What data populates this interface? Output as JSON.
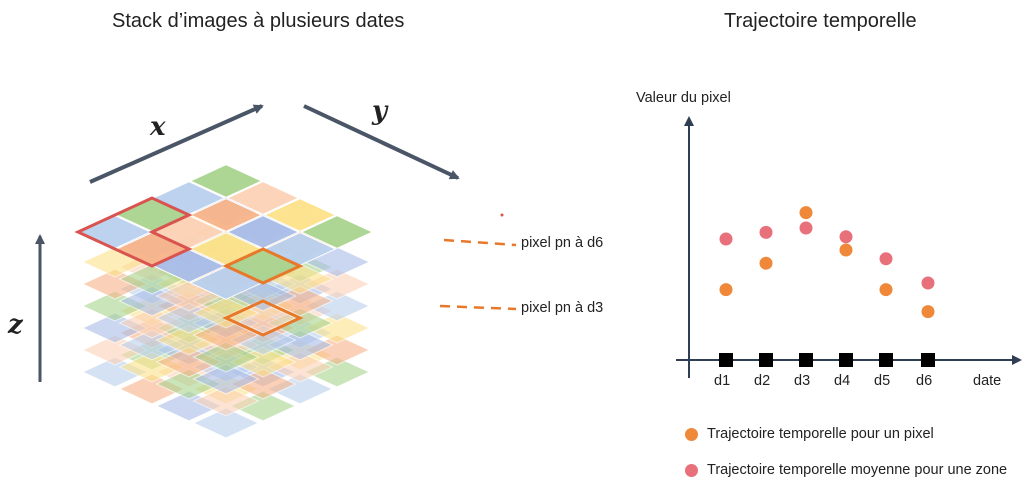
{
  "left_title": "Stack d’images à plusieurs dates",
  "right_title": "Trajectoire temporelle",
  "stack": {
    "axis_x": "x",
    "axis_y": "y",
    "axis_z": "z",
    "callout_d6": "pixel pn à d6",
    "callout_d3": "pixel pn à d3",
    "outline_zone_color": "#d9534f",
    "outline_pixel_color": "#e8782a",
    "palette": [
      "#b9d0ee",
      "#fde28a",
      "#f7b48a",
      "#a9d48f",
      "#a9bde8",
      "#fcd2b6"
    ]
  },
  "chart_data": {
    "type": "scatter",
    "ylabel": "Valeur du pixel",
    "xlabel": "date",
    "categories": [
      "d1",
      "d2",
      "d3",
      "d4",
      "d5",
      "d6"
    ],
    "series": [
      {
        "name": "Trajectoire temporelle pour un pixel",
        "color": "#f0883a",
        "values": [
          3.2,
          4.4,
          6.7,
          5.0,
          3.2,
          2.2
        ]
      },
      {
        "name": "Trajectoire temporelle moyenne pour une zone",
        "color": "#e8707a",
        "values": [
          5.5,
          5.8,
          6.0,
          5.6,
          4.6,
          3.5
        ]
      }
    ],
    "ylim": [
      0,
      10
    ],
    "grid": false
  },
  "legend": [
    {
      "label": "Trajectoire temporelle pour un pixel",
      "color": "#f0883a"
    },
    {
      "label": "Trajectoire temporelle moyenne pour une zone",
      "color": "#e8707a"
    }
  ]
}
